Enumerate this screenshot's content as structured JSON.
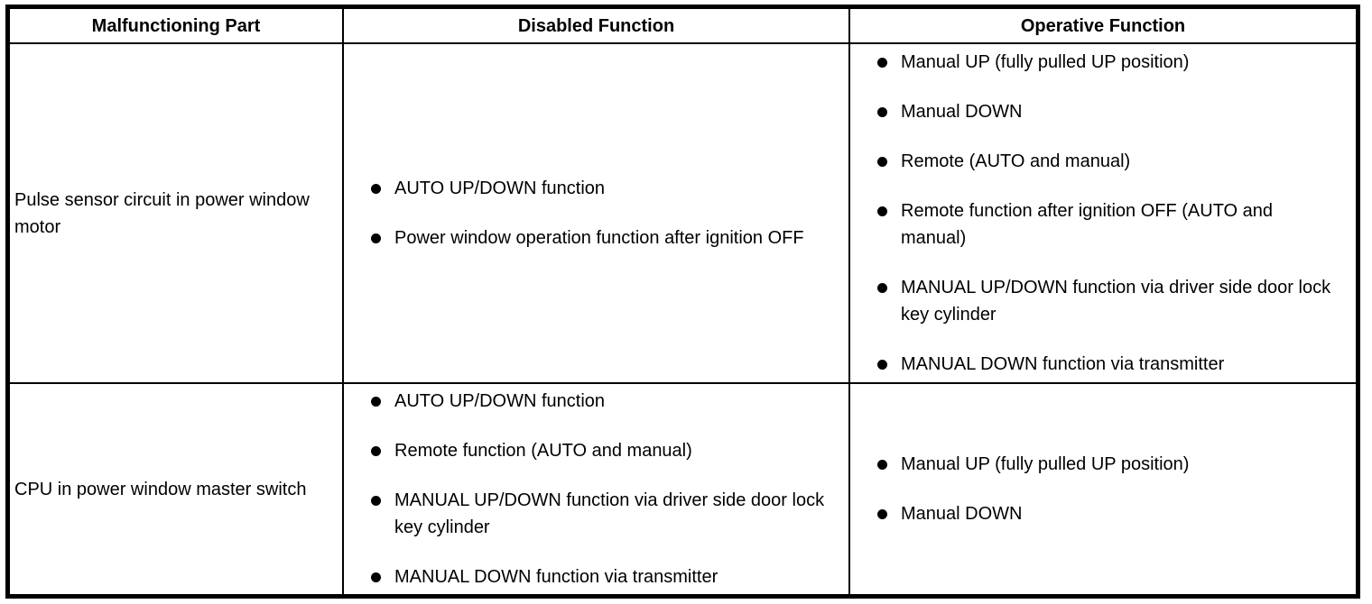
{
  "table": {
    "headers": [
      "Malfunctioning Part",
      "Disabled Function",
      "Operative Function"
    ],
    "rows": [
      {
        "part": "Pulse sensor circuit in power window motor",
        "disabled": [
          "AUTO UP/DOWN function",
          "Power window operation function after ignition OFF"
        ],
        "operative": [
          "Manual UP (fully pulled UP position)",
          "Manual DOWN",
          "Remote (AUTO and manual)",
          "Remote function after ignition OFF (AUTO and manual)",
          "MANUAL UP/DOWN function via driver side door lock key cylinder",
          "MANUAL DOWN function via transmitter"
        ]
      },
      {
        "part": "CPU in power window master switch",
        "disabled": [
          "AUTO UP/DOWN function",
          "Remote function (AUTO and manual)",
          "MANUAL UP/DOWN function via driver side door lock key cylinder",
          "MANUAL DOWN function via transmitter"
        ],
        "operative": [
          "Manual UP (fully pulled UP position)",
          "Manual DOWN"
        ]
      }
    ],
    "colors": {
      "border": "#000000",
      "text": "#000000",
      "background": "#ffffff"
    }
  }
}
